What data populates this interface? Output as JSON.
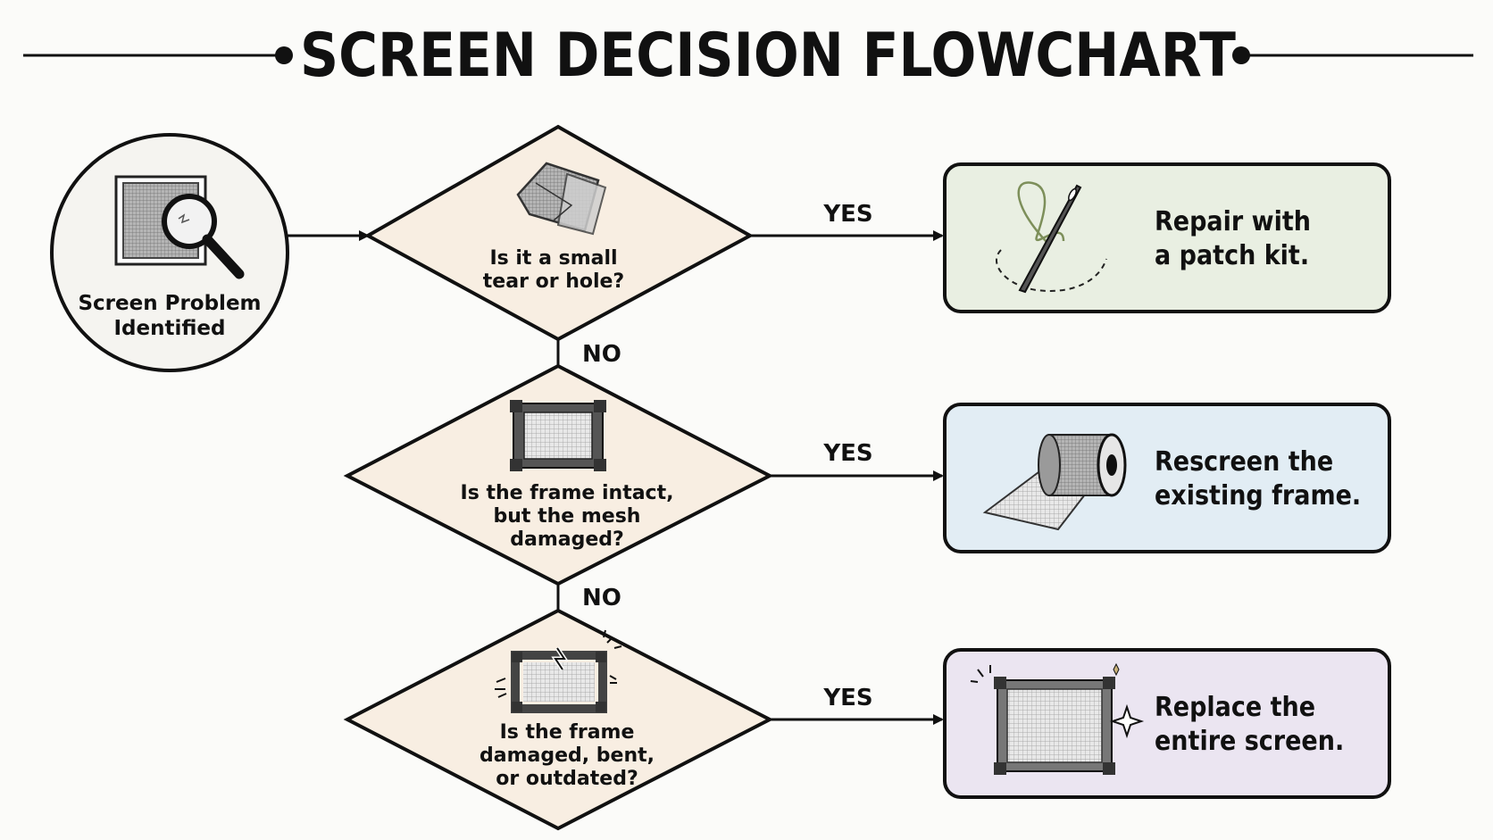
{
  "title": "SCREEN DECISION FLOWCHART",
  "start": {
    "label": "Screen Problem\nIdentified",
    "icon": "magnifier-screen-icon"
  },
  "questions": [
    {
      "text": "Is it a small\ntear or hole?",
      "icon": "torn-mesh-icon"
    },
    {
      "text": "Is the frame intact,\nbut the mesh\ndamaged?",
      "icon": "intact-frame-icon"
    },
    {
      "text": "Is the frame\ndamaged, bent,\nor outdated?",
      "icon": "broken-frame-icon"
    }
  ],
  "branches": {
    "yes": "YES",
    "no": "NO"
  },
  "outcomes": [
    {
      "text": "Repair with\na patch kit.",
      "icon": "needle-thread-icon",
      "fill": "#e9efe2"
    },
    {
      "text": "Rescreen the\nexisting frame.",
      "icon": "mesh-roll-icon",
      "fill": "#e2edf4"
    },
    {
      "text": "Replace the\nentire screen.",
      "icon": "new-screen-icon",
      "fill": "#ebe5f1"
    }
  ],
  "colors": {
    "diamond_fill": "#f8eee2",
    "circle_fill": "#f5f4f0",
    "stroke": "#111111"
  }
}
